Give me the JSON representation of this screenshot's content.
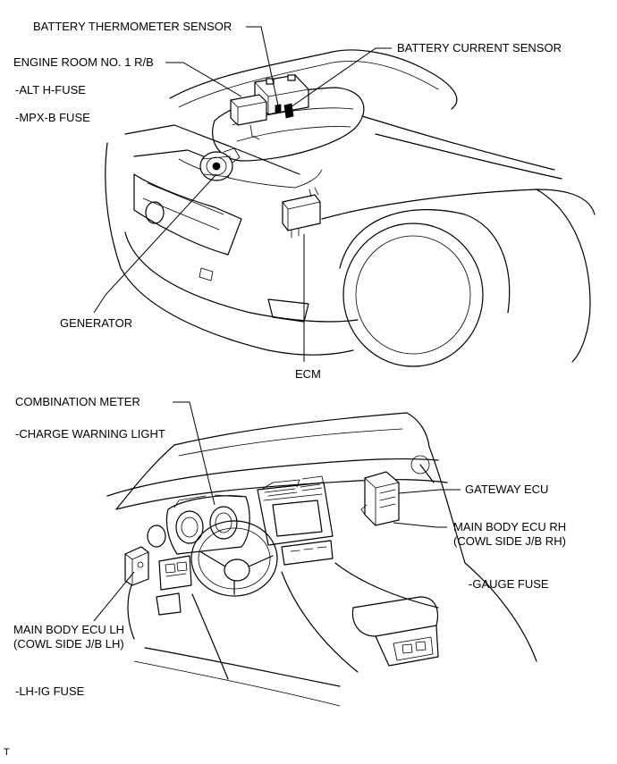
{
  "top_figure": {
    "labels": {
      "battery_thermometer_sensor": "BATTERY THERMOMETER SENSOR",
      "battery_current_sensor": "BATTERY CURRENT SENSOR",
      "engine_room_rb": "ENGINE ROOM NO. 1 R/B",
      "alt_h_fuse": "-ALT H-FUSE",
      "mpx_b_fuse": "-MPX-B FUSE",
      "generator": "GENERATOR",
      "ecm": "ECM"
    }
  },
  "bottom_figure": {
    "labels": {
      "combination_meter": "COMBINATION METER",
      "charge_warning_light": "-CHARGE WARNING LIGHT",
      "gateway_ecu": "GATEWAY ECU",
      "main_body_ecu_rh": "MAIN BODY ECU RH\n(COWL SIDE J/B RH)",
      "gauge_fuse": "-GAUGE FUSE",
      "main_body_ecu_lh": "MAIN BODY ECU LH\n(COWL SIDE J/B LH)",
      "lh_ig_fuse": "-LH-IG FUSE"
    }
  },
  "figure_id": "T"
}
